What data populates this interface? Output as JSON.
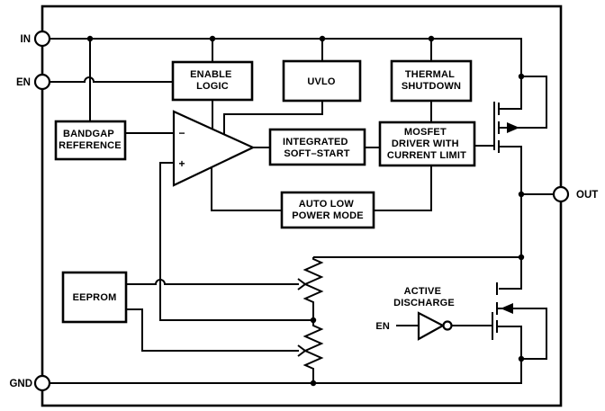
{
  "diagram": {
    "pins": {
      "in": "IN",
      "en": "EN",
      "gnd": "GND",
      "out": "OUT"
    },
    "blocks": {
      "enable_logic": {
        "line1": "ENABLE",
        "line2": "LOGIC"
      },
      "uvlo": {
        "line1": "UVLO"
      },
      "thermal_shutdown": {
        "line1": "THERMAL",
        "line2": "SHUTDOWN"
      },
      "bandgap_reference": {
        "line1": "BANDGAP",
        "line2": "REFERENCE"
      },
      "integrated_soft_start": {
        "line1": "INTEGRATED",
        "line2": "SOFT–START"
      },
      "mosfet_driver": {
        "line1": "MOSFET",
        "line2": "DRIVER WITH",
        "line3": "CURRENT LIMIT"
      },
      "auto_low_power_mode": {
        "line1": "AUTO LOW",
        "line2": "POWER MODE"
      },
      "eeprom": {
        "line1": "EEPROM"
      }
    },
    "labels": {
      "active_discharge": {
        "line1": "ACTIVE",
        "line2": "DISCHARGE"
      },
      "inverter_input": "EN",
      "opamp_inverting": "−",
      "opamp_noninverting": "+"
    },
    "colors": {
      "line": "#000000",
      "background": "#ffffff"
    }
  }
}
